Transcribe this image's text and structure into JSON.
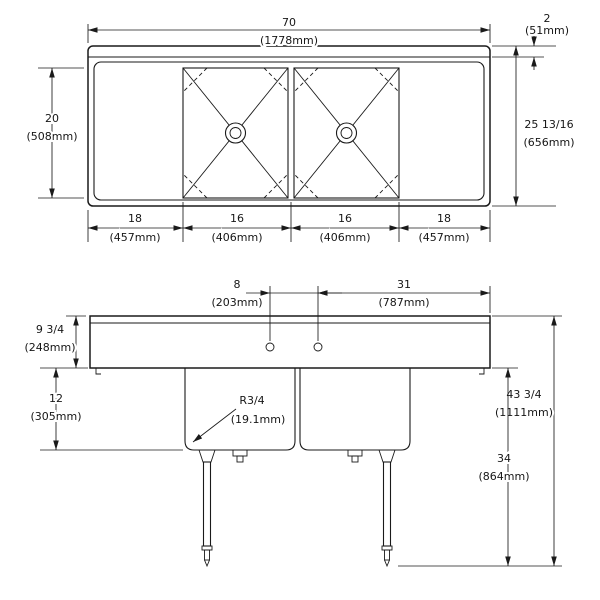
{
  "plan": {
    "width": {
      "in": "70",
      "mm": "(1778mm)"
    },
    "splash": {
      "in": "2",
      "mm": "(51mm)"
    },
    "inner_depth": {
      "in": "20",
      "mm": "(508mm)"
    },
    "overall_depth": {
      "in": "25 13/16",
      "mm": "(656mm)"
    },
    "segs": [
      {
        "in": "18",
        "mm": "(457mm)"
      },
      {
        "in": "16",
        "mm": "(406mm)"
      },
      {
        "in": "16",
        "mm": "(406mm)"
      },
      {
        "in": "18",
        "mm": "(457mm)"
      }
    ]
  },
  "front": {
    "hole_spacing": {
      "in": "8",
      "mm": "(203mm)"
    },
    "hole_to_edge": {
      "in": "31",
      "mm": "(787mm)"
    },
    "top_height": {
      "in": "9 3/4",
      "mm": "(248mm)"
    },
    "bowl_depth": {
      "in": "12",
      "mm": "(305mm)"
    },
    "corner_radius": {
      "in": "R3/4",
      "mm": "(19.1mm)"
    },
    "overall_height": {
      "in": "43 3/4",
      "mm": "(1111mm)"
    },
    "underside_height": {
      "in": "34",
      "mm": "(864mm)"
    }
  }
}
